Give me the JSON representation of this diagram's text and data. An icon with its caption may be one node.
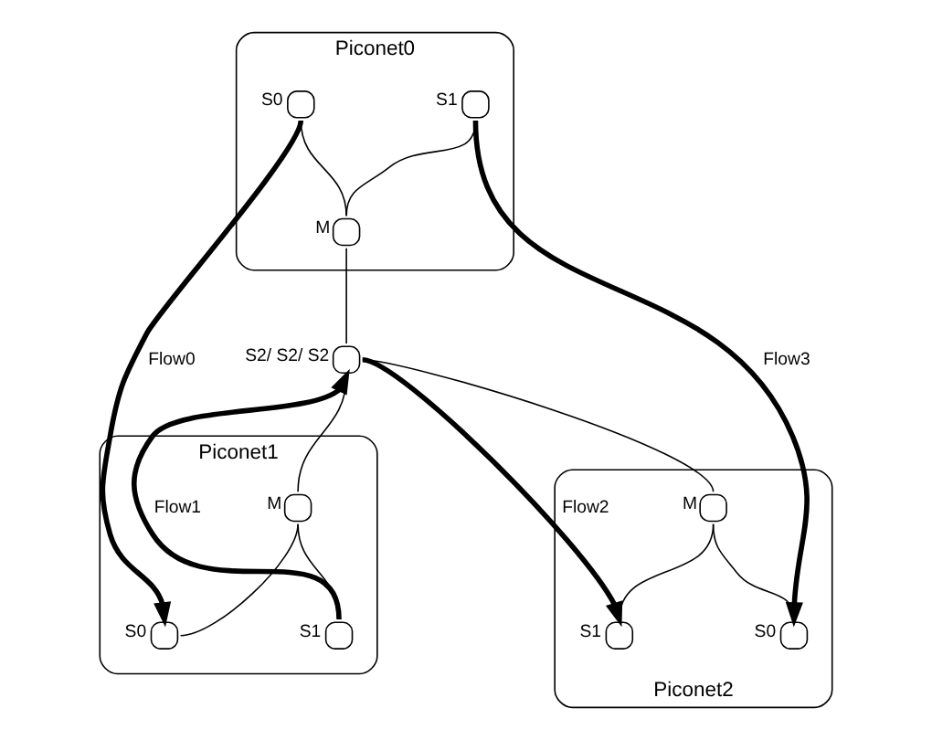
{
  "diagram": {
    "nodes": [
      {
        "text": [
          "Piconet0"
        ]
      },
      {
        "text": [
          "Piconet1"
        ]
      },
      {
        "text": [],
        "shape": "circle",
        "in": 0,
        "beside": [
          "S0"
        ]
      },
      {
        "text": [],
        "shape": "circle",
        "in": 0,
        "beside": [
          "M"
        ]
      },
      {
        "text": [],
        "shape": "circle",
        "beside": [
          "S2/ S2/ S2"
        ]
      },
      {
        "text": [],
        "shape": "circle",
        "in": 1,
        "beside": [
          "M"
        ]
      },
      {
        "text": [],
        "shape": "circle",
        "in": 1,
        "beside": [
          "S0"
        ]
      },
      {
        "text": [],
        "shape": "circle",
        "in": 0,
        "beside": [
          "S1"
        ]
      },
      {
        "text": [],
        "shape": "circle",
        "in": 1,
        "beside": [
          "S1"
        ]
      },
      {
        "text": [
          "Piconet2"
        ]
      },
      {
        "text": [],
        "shape": "circle",
        "in": 9,
        "beside": [
          "M"
        ]
      },
      {
        "text": [],
        "shape": "circle",
        "in": 9,
        "beside": [
          "S0"
        ]
      },
      {
        "text": [],
        "shape": "circle",
        "in": 9,
        "beside": [
          "S1"
        ]
      }
    ],
    "edges": [
      {
        "from": 2,
        "to": 3,
        "arrow": "none"
      },
      {
        "from": 7,
        "to": 3,
        "arrow": "none"
      },
      {
        "from": 3,
        "to": 4,
        "arrow": "none"
      },
      {
        "from": 4,
        "to": 5,
        "arrow": "none"
      },
      {
        "from": 5,
        "to": 6,
        "arrow": "none"
      },
      {
        "from": 5,
        "to": 8,
        "arrow": "none"
      },
      {
        "from": 4,
        "to": 10,
        "arrow": "none"
      },
      {
        "from": 10,
        "to": 11,
        "arrow": "none"
      },
      {
        "from": 10,
        "to": 12,
        "arrow": "none"
      },
      {
        "from": 2,
        "to": 6,
        "arrow": "to",
        "label": "Flow0",
        "style": "thick"
      },
      {
        "from": 8,
        "to": 4,
        "arrow": "to",
        "label": "Flow1",
        "style": "thick"
      },
      {
        "from": 4,
        "to": 12,
        "arrow": "to",
        "label": "Flow2",
        "style": "thick"
      },
      {
        "from": 7,
        "to": 11,
        "arrow": "to",
        "label": "Flow3",
        "style": "thick"
      }
    ]
  }
}
